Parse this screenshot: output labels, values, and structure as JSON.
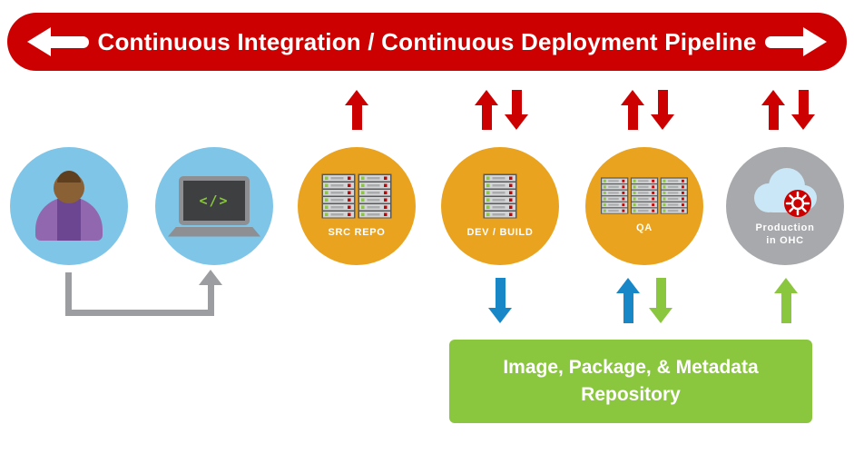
{
  "banner": {
    "label": "Continuous Integration / Continuous Deployment Pipeline",
    "background": "#CC0000",
    "arrow_color": "#FFFFFF"
  },
  "nodes": {
    "developer": {
      "icon": "person-icon",
      "circle_color": "#7FC5E8"
    },
    "workstation": {
      "icon": "laptop-code-icon",
      "code_glyph": "</>",
      "circle_color": "#7FC5E8"
    },
    "src_repo": {
      "label": "SRC REPO",
      "icon": "server-stack-icon",
      "circle_color": "#EAA31F"
    },
    "dev_build": {
      "label": "DEV / BUILD",
      "icon": "server-stack-icon",
      "circle_color": "#EAA31F"
    },
    "qa": {
      "label": "QA",
      "icon": "server-stack-icon",
      "circle_color": "#EAA31F"
    },
    "production": {
      "label_line1": "Production",
      "label_line2": "in OHC",
      "icon": "cloud-openshift-icon",
      "circle_color": "#A7A9AC"
    }
  },
  "repository_box": {
    "line1": "Image, Package, & Metadata",
    "line2": "Repository",
    "background": "#8BC63F"
  },
  "arrow_colors": {
    "red": "#CC0000",
    "blue": "#1787C8",
    "green": "#8BC63F",
    "gray": "#9B9DA0"
  }
}
